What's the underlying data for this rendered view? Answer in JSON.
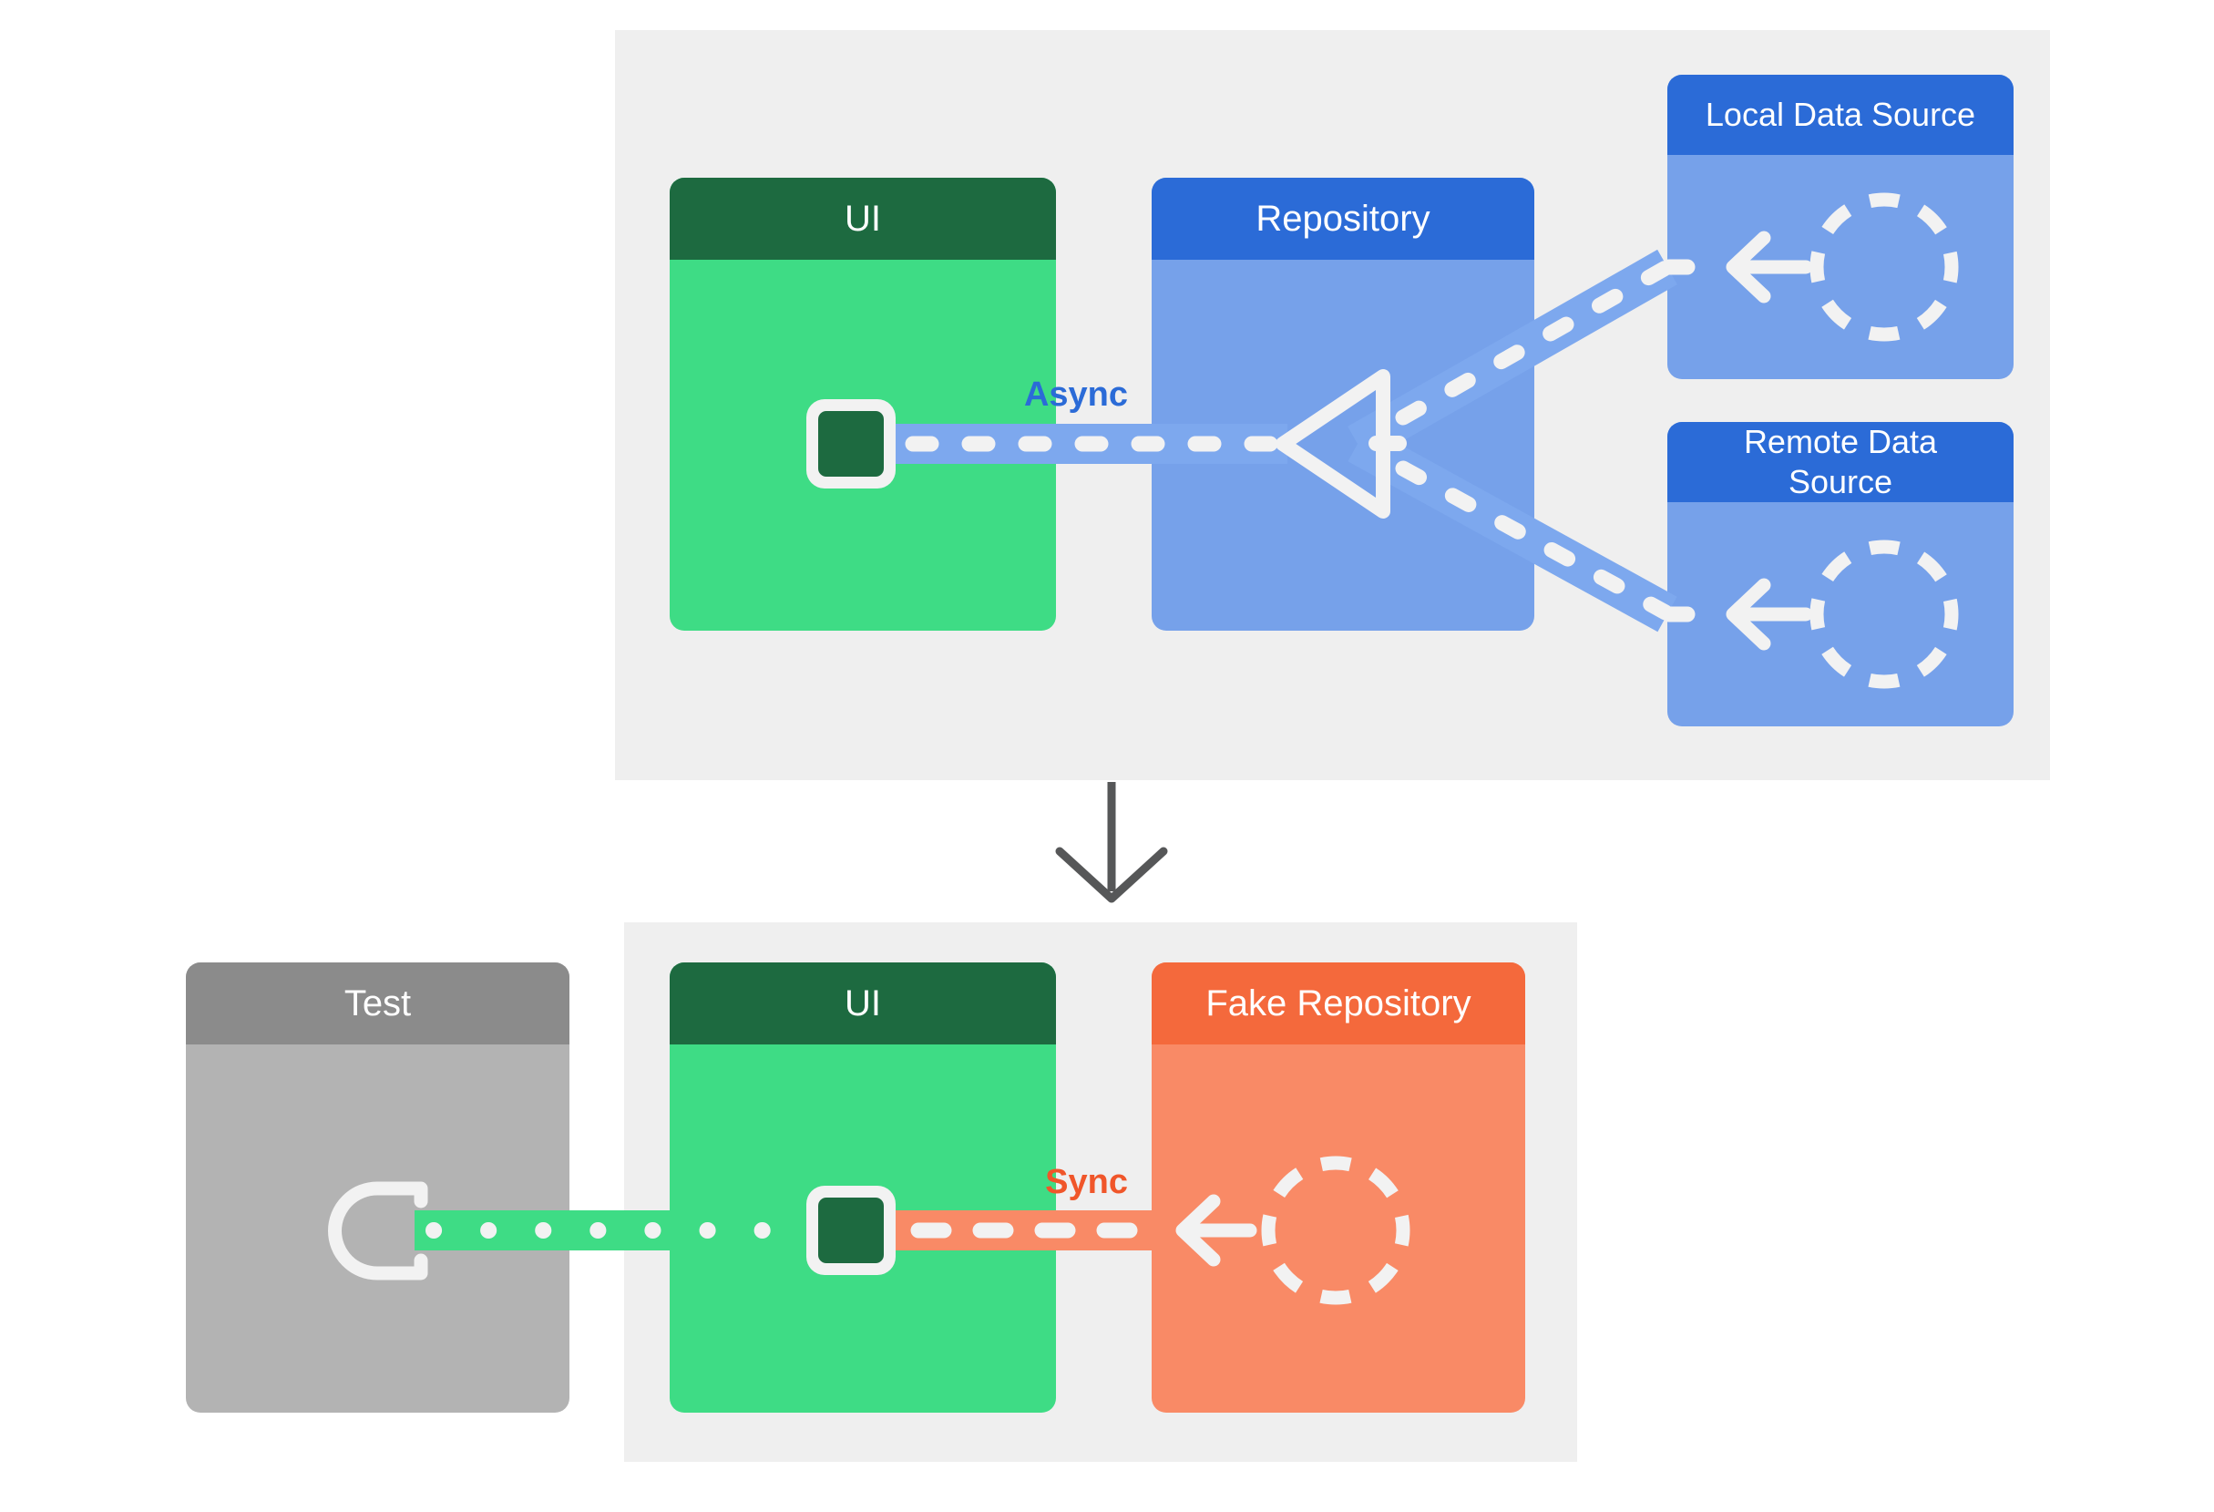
{
  "top_flow": {
    "ui": "UI",
    "repository": "Repository",
    "local_data_source": "Local Data Source",
    "remote_data_source": "Remote Data Source",
    "edge_label": "Async"
  },
  "bottom_flow": {
    "test": "Test",
    "ui": "UI",
    "fake_repository": "Fake Repository",
    "edge_label": "Sync"
  },
  "colors": {
    "page_bg": "#ffffff",
    "panel_bg": "#efefef",
    "stroke_light": "#f2f2f2",
    "green_dark": "#1d6a40",
    "green": "#3edc85",
    "blue_header": "#2b6bd7",
    "blue_body": "#76a1ea",
    "blue_band": "#7da8ee",
    "gray_header": "#8b8b8b",
    "gray_body": "#b3b3b3",
    "orange_header": "#f4693c",
    "orange_body": "#f98a66",
    "async_text": "#2b6bd7",
    "sync_text": "#f0562a",
    "arrow_dark": "#565758"
  }
}
